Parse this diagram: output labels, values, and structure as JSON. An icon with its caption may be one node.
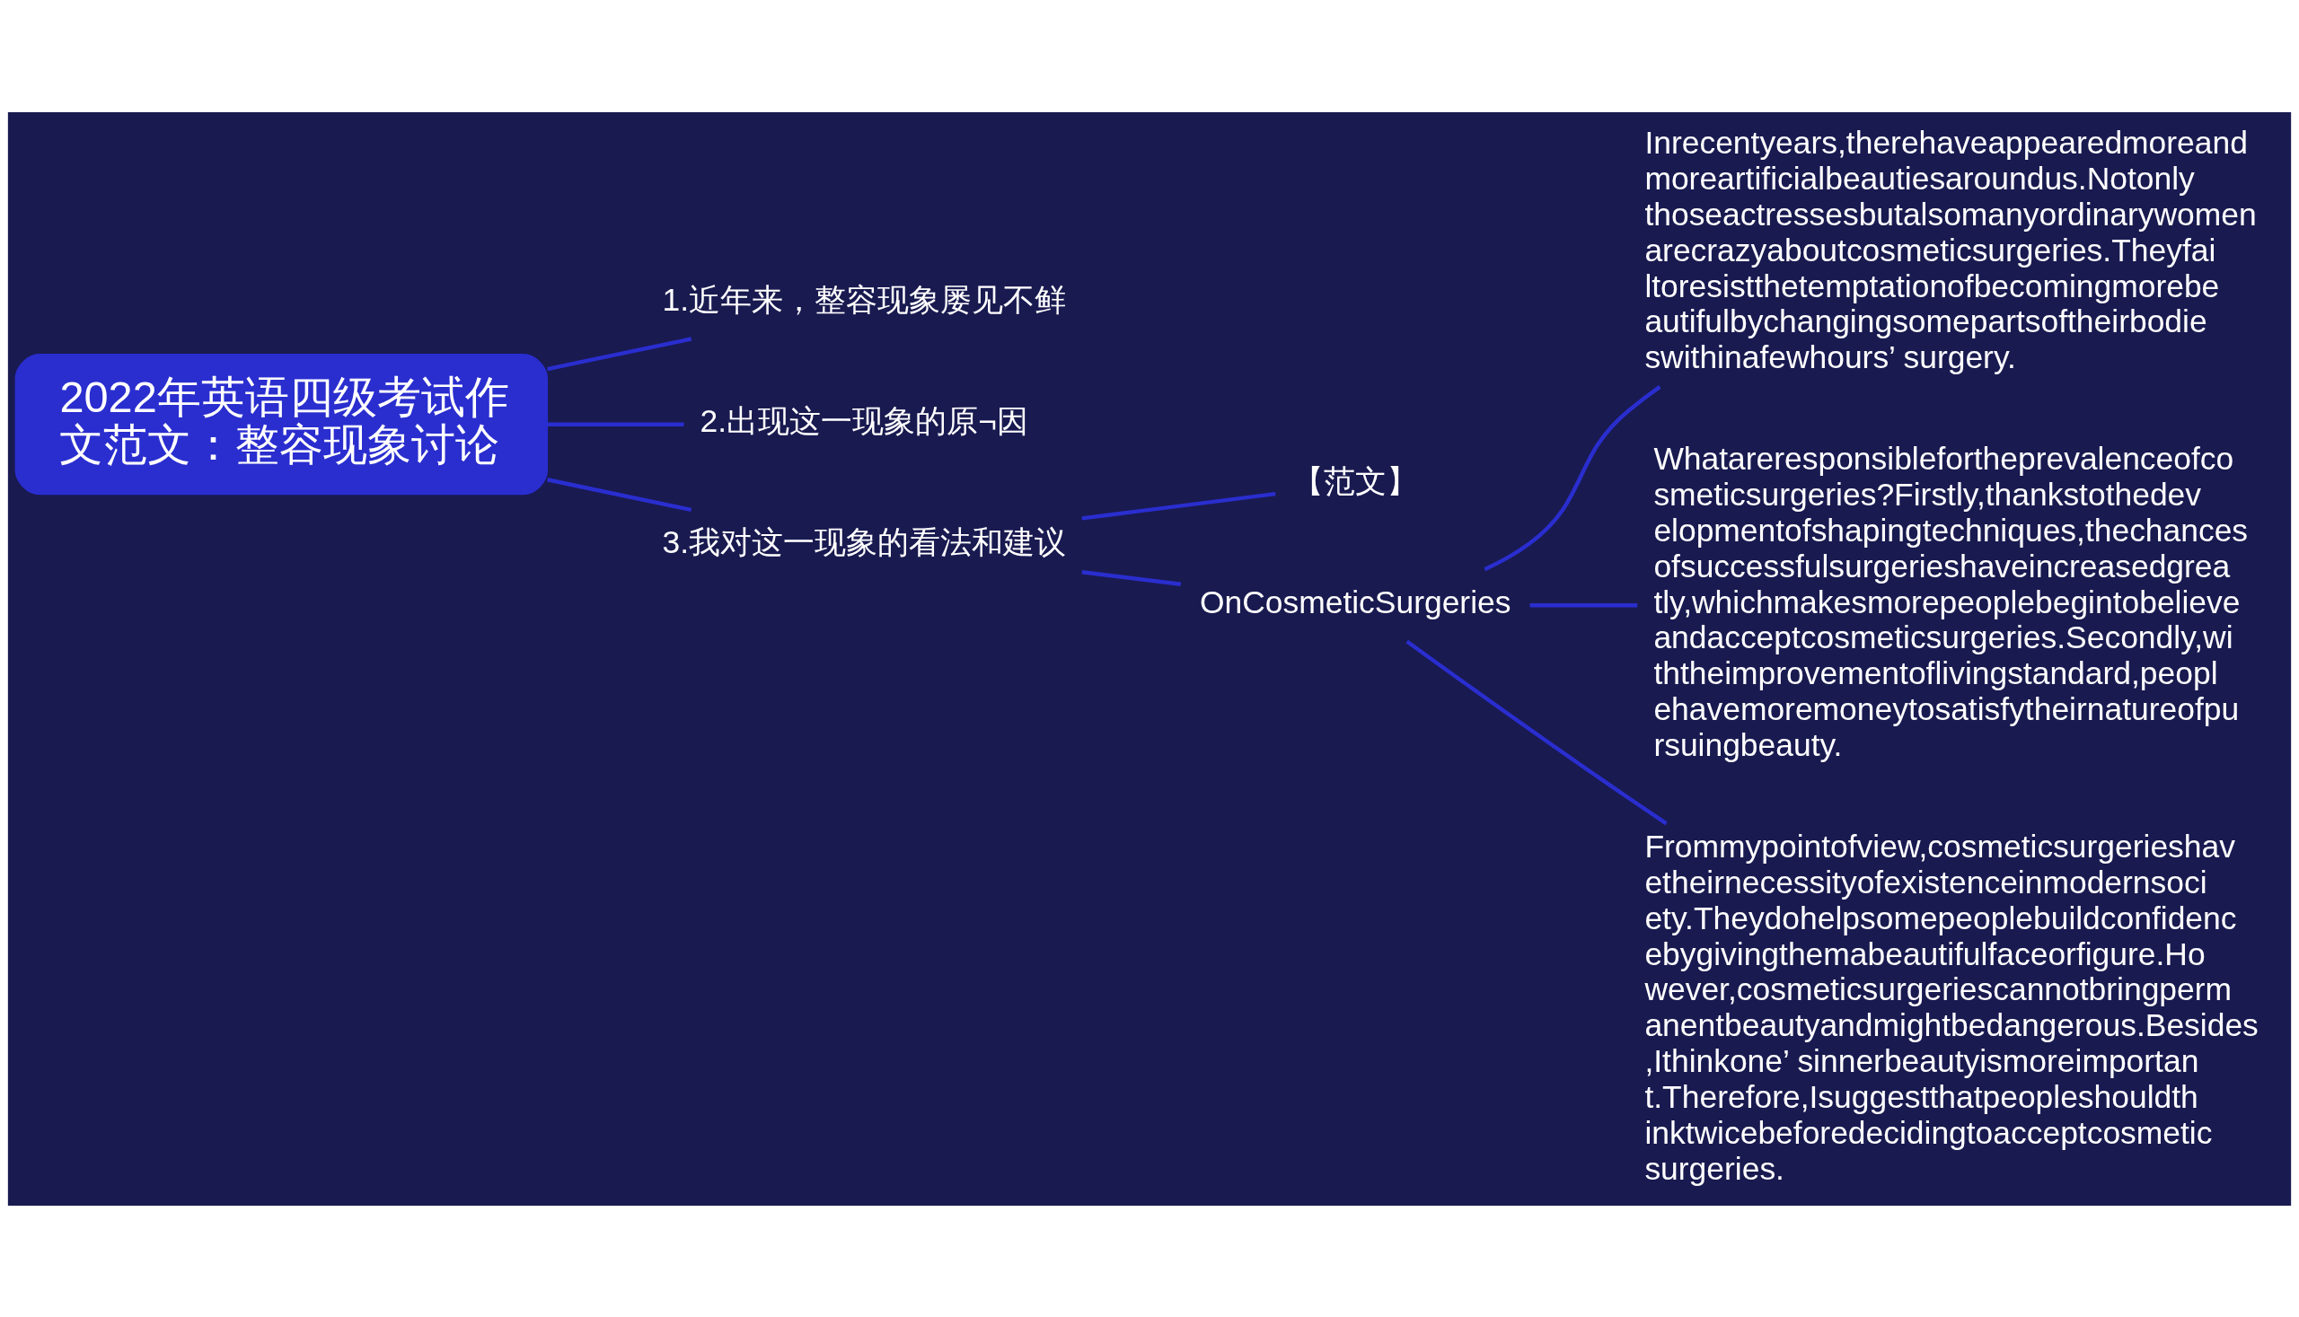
{
  "diagram": {
    "nodes": [
      {
        "text": [
          "2022年英语四级考试作文范文：整容现象讨论"
        ]
      },
      {
        "text": [
          "1.近年来，整容现象屡见不鲜"
        ]
      },
      {
        "text": [
          "2.出现这一现象的原¬因"
        ]
      },
      {
        "text": [
          "3.我对这一现象的看法和建议"
        ]
      },
      {
        "text": [
          "【范文】"
        ]
      },
      {
        "text": [
          "OnCosmeticSurgeries"
        ]
      },
      {
        "text": [
          "Inrecentyears,therehaveappearedmoreandmoreartificialbeautiesaroundus.Notonlythoseactressesbutalsomanyordinarywomenarecrazyaboutcosmeticsurgeries.Theyfailtoresistthetemptationofbecomingmorebeautifulbychangingsomepartsoftheirbodieswithinafewhours’ surgery."
        ]
      },
      {
        "text": [
          "Whatareresponsiblefortheprevalenceofcosmeticsurgeries?Firstly,thankstothedevelopmentofshapingtechniques,thechancesofsuccessfulsurgerieshaveincreasedgreatly,whichmakesmorepeoplebegintobelieveandacceptcosmeticsurgeries.Secondly,withtheimprovementoflivingstandard,peoplehavemoremoneytosatisfytheirnatureofpursuingbeauty."
        ]
      },
      {
        "text": [
          "Frommypointofview,cosmeticsurgerieshavetheirnecessityofexistenceinmodernsociety.Theydohelpsomepeoplebuildconfidencebygivingthemabeautifulfaceorfigure.However,cosmeticsurgeriescannotbringpermanentbeautyandmightbedangerous.Besides,Ithinkone’ sinnerbeautyismoreimportant.Therefore,Isuggestthatpeopleshouldthinktwicebeforedecidingtoacceptcosmeticsurgeries."
        ]
      }
    ],
    "edges": [
      {
        "from": 0,
        "to": 1,
        "arrow": "none"
      },
      {
        "from": 0,
        "to": 2,
        "arrow": "none"
      },
      {
        "from": 0,
        "to": 3,
        "arrow": "none"
      },
      {
        "from": 3,
        "to": 4,
        "arrow": "none"
      },
      {
        "from": 3,
        "to": 5,
        "arrow": "none"
      },
      {
        "from": 5,
        "to": 6,
        "arrow": "none"
      },
      {
        "from": 5,
        "to": 7,
        "arrow": "none"
      },
      {
        "from": 5,
        "to": 8,
        "arrow": "none"
      }
    ]
  }
}
